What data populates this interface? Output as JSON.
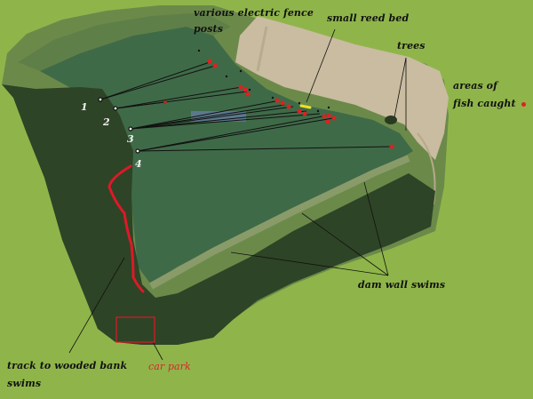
{
  "colors": {
    "background": "#8fb54a",
    "water": "#3f6a48",
    "woodland": "#2c3f22",
    "field": "#c9bca0",
    "grass_bank": "#6e8a4c",
    "catch_dot": "#e02020",
    "reed_bed": "#f0e020",
    "track": "#e01828",
    "car_park_box": "#e01828",
    "leader_line": "#111111"
  },
  "annotations": {
    "fence_posts": "various electric fence posts",
    "fence_posts_line1": "various electric fence",
    "fence_posts_line2": "posts",
    "reed_bed": "small reed bed",
    "trees": "trees",
    "areas_fish_caught_line1": "areas of",
    "areas_fish_caught_line2": "fish caught",
    "dam_wall": "dam wall swims",
    "track_line1": "track to wooded bank",
    "track_line2": "swims",
    "car_park": "car park"
  },
  "swim_numbers": [
    "1",
    "2",
    "3",
    "4"
  ],
  "legend": {
    "marker": "red-dot",
    "meaning": "areas of fish caught"
  }
}
